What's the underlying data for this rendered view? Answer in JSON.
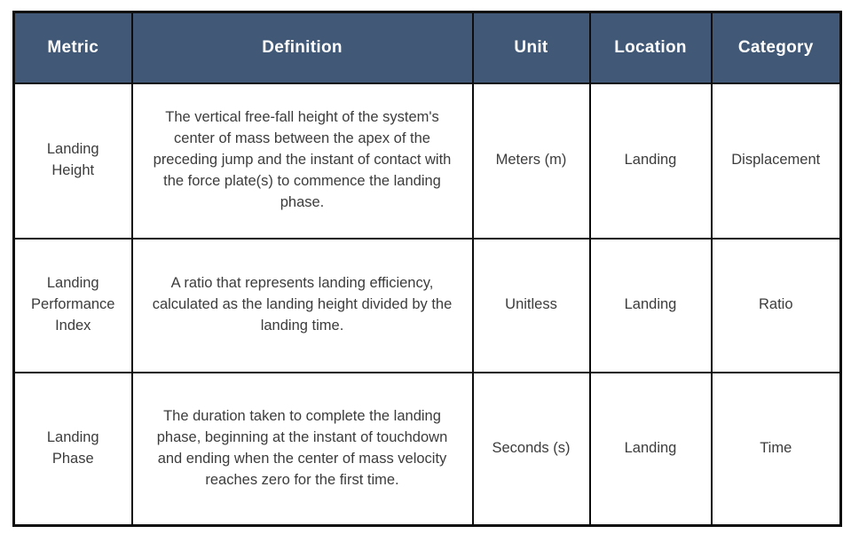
{
  "colors": {
    "header_bg": "#415976",
    "header_text": "#ffffff",
    "body_text": "#3c3c3c",
    "border": "#0d0d0d",
    "cell_bg": "#ffffff"
  },
  "table": {
    "columns": [
      {
        "key": "metric",
        "label": "Metric"
      },
      {
        "key": "definition",
        "label": "Definition"
      },
      {
        "key": "unit",
        "label": "Unit"
      },
      {
        "key": "location",
        "label": "Location"
      },
      {
        "key": "category",
        "label": "Category"
      }
    ],
    "rows": [
      {
        "metric": "Landing Height",
        "definition": "The vertical free-fall height of the system's center of mass between the apex of the preceding jump and the instant of contact with the force plate(s) to commence the landing phase.",
        "unit": "Meters (m)",
        "location": "Landing",
        "category": "Displacement"
      },
      {
        "metric": "Landing Performance Index",
        "definition": "A ratio that represents landing efficiency, calculated as the landing height divided by the landing time.",
        "unit": "Unitless",
        "location": "Landing",
        "category": "Ratio"
      },
      {
        "metric": "Landing Phase",
        "definition": "The duration taken to complete the landing phase, beginning at the instant of touchdown and ending when the center of mass velocity reaches zero for the first time.",
        "unit": "Seconds (s)",
        "location": "Landing",
        "category": "Time"
      }
    ]
  }
}
